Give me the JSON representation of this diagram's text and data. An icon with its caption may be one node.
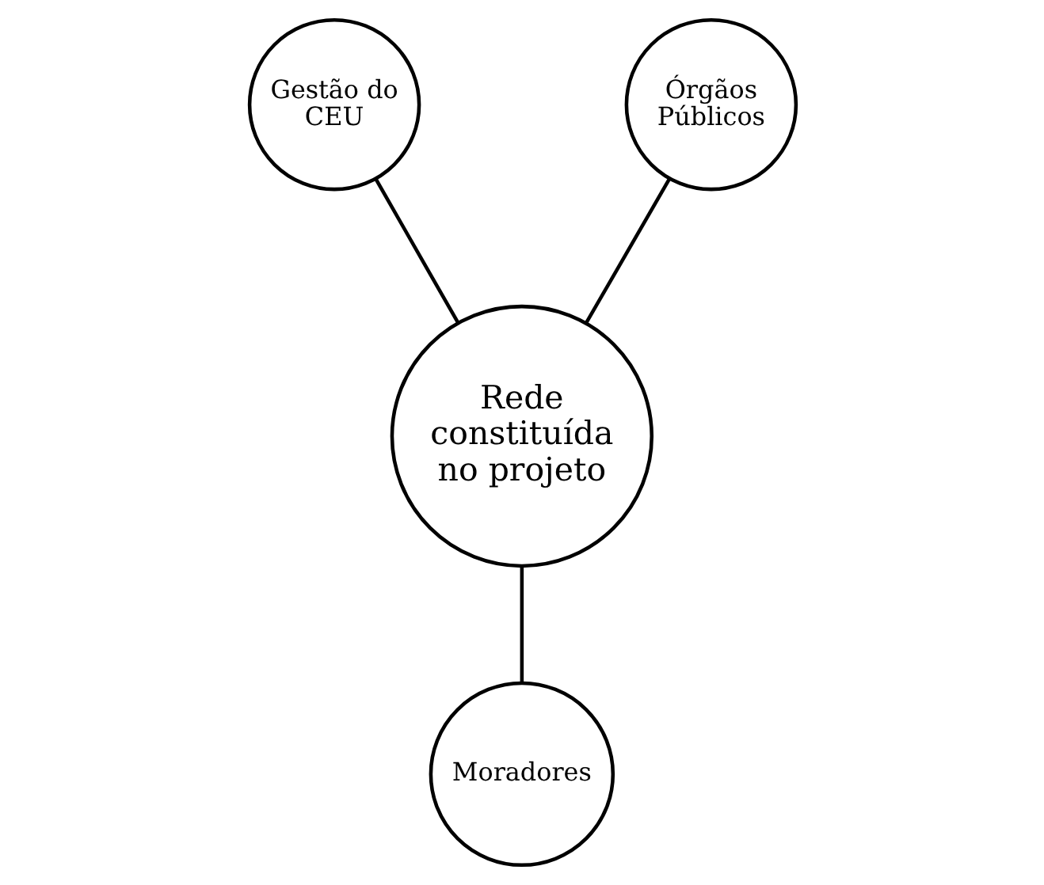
{
  "diagram": {
    "nodes": [
      {
        "text": [
          "Gestão do CEU"
        ]
      },
      {
        "text": [
          "Órgãos Públicos"
        ]
      },
      {
        "text": [
          "Rede constituída no projeto"
        ]
      },
      {
        "text": [
          "Moradores"
        ]
      }
    ],
    "edges": [
      {
        "from": 0,
        "to": 2,
        "arrow": "none"
      },
      {
        "from": 1,
        "to": 2,
        "arrow": "none"
      },
      {
        "from": 2,
        "to": 3,
        "arrow": "none"
      }
    ]
  }
}
